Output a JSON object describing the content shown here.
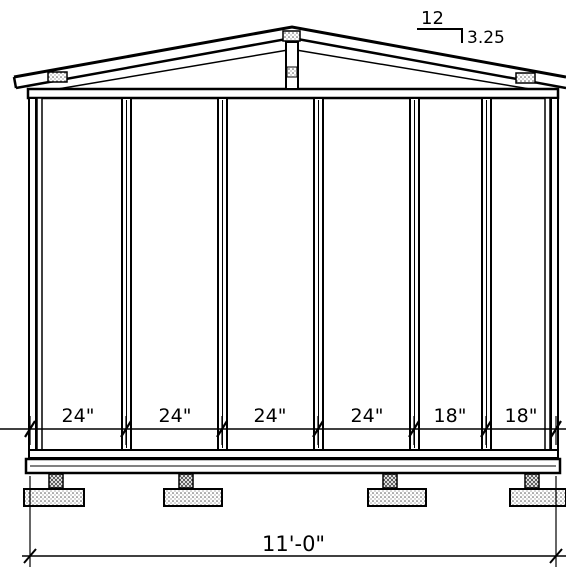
{
  "pitch": {
    "run": "12",
    "rise": "3.25"
  },
  "stud_spacings": [
    "24\"",
    "24\"",
    "24\"",
    "24\"",
    "18\"",
    "18\""
  ],
  "overall_dimension": "11'-0\"",
  "colors": {
    "line": "#000000",
    "fill": "#ffffff",
    "hatch": "#6a6a6a"
  }
}
